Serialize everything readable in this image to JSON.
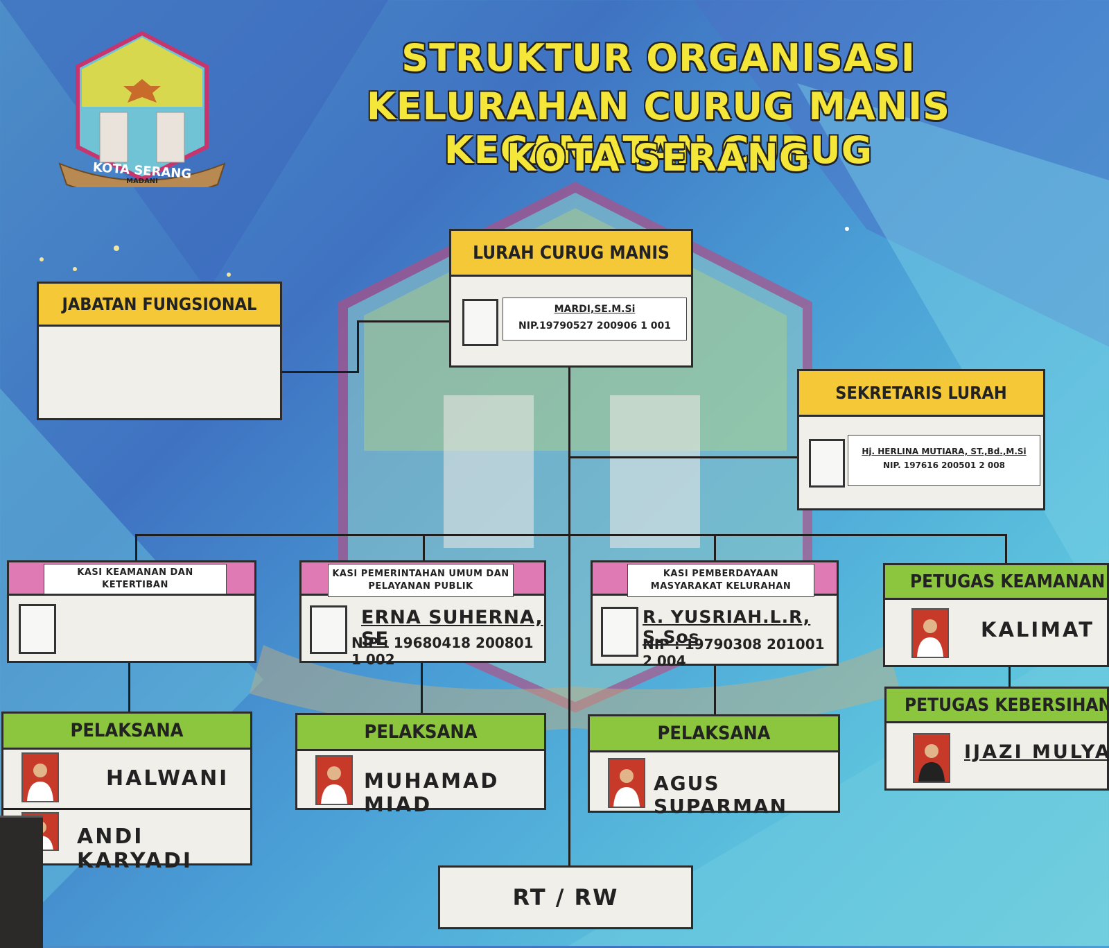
{
  "logo": {
    "text": "KOTA SERANG",
    "subtext": "MADANI",
    "icon": "kota-serang-emblem"
  },
  "title": {
    "line1": "STRUKTUR ORGANISASI",
    "line2": "KELURAHAN CURUG MANIS KECAMATAN CURUG",
    "line3": "KOTA SERANG"
  },
  "lurah": {
    "heading": "LURAH CURUG MANIS",
    "name": "MARDI,SE.M.Si",
    "nip": "NIP.19790527 200906 1 001"
  },
  "fungsional": {
    "heading": "JABATAN FUNGSIONAL"
  },
  "sekretaris": {
    "heading": "SEKRETARIS LURAH",
    "name": "Hj. HERLINA MUTIARA, ST.,Bd.,M.Si",
    "nip": "NIP. 197616 200501 2 008"
  },
  "kasi_trantib": {
    "heading": "KASI KEAMANAN DAN KETERTIBAN"
  },
  "kasi_pemerintahan": {
    "heading_line1": "KASI PEMERINTAHAN UMUM DAN",
    "heading_line2": "PELAYANAN PUBLIK",
    "name": "ERNA SUHERNA, SE",
    "nip": "NIP : 19680418 200801 1 002"
  },
  "kasi_pemberdayaan": {
    "heading_line1": "KASI PEMBERDAYAAN",
    "heading_line2": "MASYARAKAT KELURAHAN",
    "name": "R. YUSRIAH.L.R, S.Sos",
    "nip": "NIP : 19790308 201001 2 004"
  },
  "petugas_keamanan": {
    "heading": "PETUGAS KEAMANAN",
    "name": "KALIMAT"
  },
  "petugas_kebersihan": {
    "heading": "PETUGAS KEBERSIHAN",
    "name": "IJAZI MULYADI"
  },
  "pelaksana_1": {
    "heading": "PELAKSANA",
    "names": [
      "HALWANI",
      "ANDI KARYADI"
    ]
  },
  "pelaksana_2": {
    "heading": "PELAKSANA",
    "names": [
      "MUHAMAD MIAD"
    ]
  },
  "pelaksana_3": {
    "heading": "PELAKSANA",
    "names": [
      "AGUS SUPARMAN"
    ]
  },
  "rtrw": {
    "label": "RT / RW"
  },
  "colors": {
    "heading_yellow": "#f4c836",
    "heading_green": "#8cc63e",
    "kasi_pink": "#e07ab5",
    "title_yellow": "#f5e63a",
    "photo_red": "#c73a2a"
  }
}
